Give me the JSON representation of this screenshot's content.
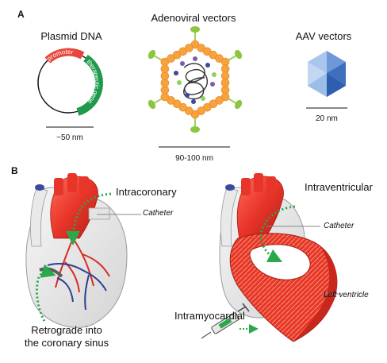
{
  "panel_a": {
    "label": "A",
    "plasmid": {
      "title": "Plasmid DNA",
      "promoter": "promoter",
      "gene": "therapeutic gene",
      "scale": "~50 nm"
    },
    "adenovirus": {
      "title": "Adenoviral vectors",
      "scale": "90-100 nm"
    },
    "aav": {
      "title": "AAV vectors",
      "scale": "20 nm"
    }
  },
  "panel_b": {
    "label": "B",
    "left_heart": {
      "route_top": "Intracoronary",
      "catheter": "Catheter",
      "route_bottom_line1": "Retrograde into",
      "route_bottom_line2": "the coronary sinus"
    },
    "right_heart": {
      "route_top": "Intraventricular",
      "catheter": "Catheter",
      "ventricle": "Left ventricle",
      "injection": "Intramyocardial"
    }
  },
  "colors": {
    "dna_red": "#e8453c",
    "dna_green": "#1f9a4a",
    "capsid_orange": "#f7a23c",
    "fiber_green": "#8cc63f",
    "aav_blue": "#5b86c9",
    "heart_red": "#e8352a",
    "catheter_green": "#2aa84a",
    "vein_blue": "#2c3f8f"
  }
}
